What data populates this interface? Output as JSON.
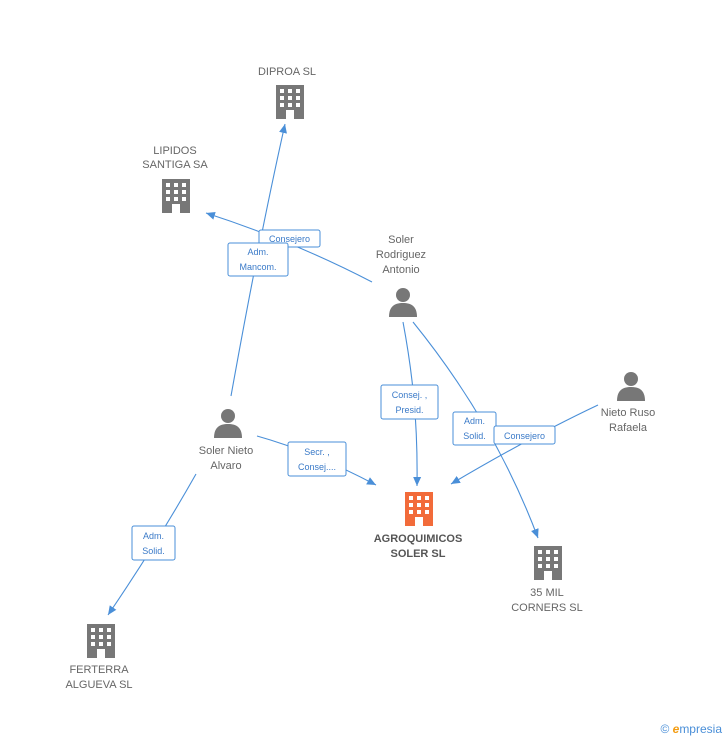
{
  "colors": {
    "edge": "#4a8fd8",
    "node": "#777777",
    "main_node": "#f26b3a",
    "brand_e": "#f39c12"
  },
  "nodes": {
    "diproa": {
      "lines": [
        "DIPROA SL"
      ],
      "icon": "building-icon"
    },
    "lipidos": {
      "lines": [
        "LIPIDOS",
        "SANTIGA SA"
      ],
      "icon": "building-icon"
    },
    "soler_rodriguez": {
      "lines": [
        "Soler",
        "Rodriguez",
        "Antonio"
      ],
      "icon": "person-icon"
    },
    "nieto_ruso": {
      "lines": [
        "Nieto Ruso",
        "Rafaela"
      ],
      "icon": "person-icon"
    },
    "soler_nieto": {
      "lines": [
        "Soler Nieto",
        "Alvaro"
      ],
      "icon": "person-icon"
    },
    "agroquimicos": {
      "lines": [
        "AGROQUIMICOS",
        "SOLER SL"
      ],
      "icon": "building-icon"
    },
    "mil_corners": {
      "lines": [
        "35 MIL",
        "CORNERS SL"
      ],
      "icon": "building-icon"
    },
    "ferterra": {
      "lines": [
        "FERTERRA",
        "ALGUEVA SL"
      ],
      "icon": "building-icon"
    }
  },
  "edges": {
    "consejero_lipidos": [
      "Consejero"
    ],
    "adm_mancom_diproa": [
      "Adm.",
      "Mancom."
    ],
    "consej_presid": [
      "Consej. ,",
      "Presid."
    ],
    "adm_solid_corners": [
      "Adm.",
      "Solid."
    ],
    "consejero_nieto": [
      "Consejero"
    ],
    "secr_consej": [
      "Secr. ,",
      "Consej...."
    ],
    "adm_solid_ferterra": [
      "Adm.",
      "Solid."
    ]
  },
  "footer": {
    "copyright": "©",
    "brand_e": "e",
    "brand_rest": "mpresia"
  }
}
